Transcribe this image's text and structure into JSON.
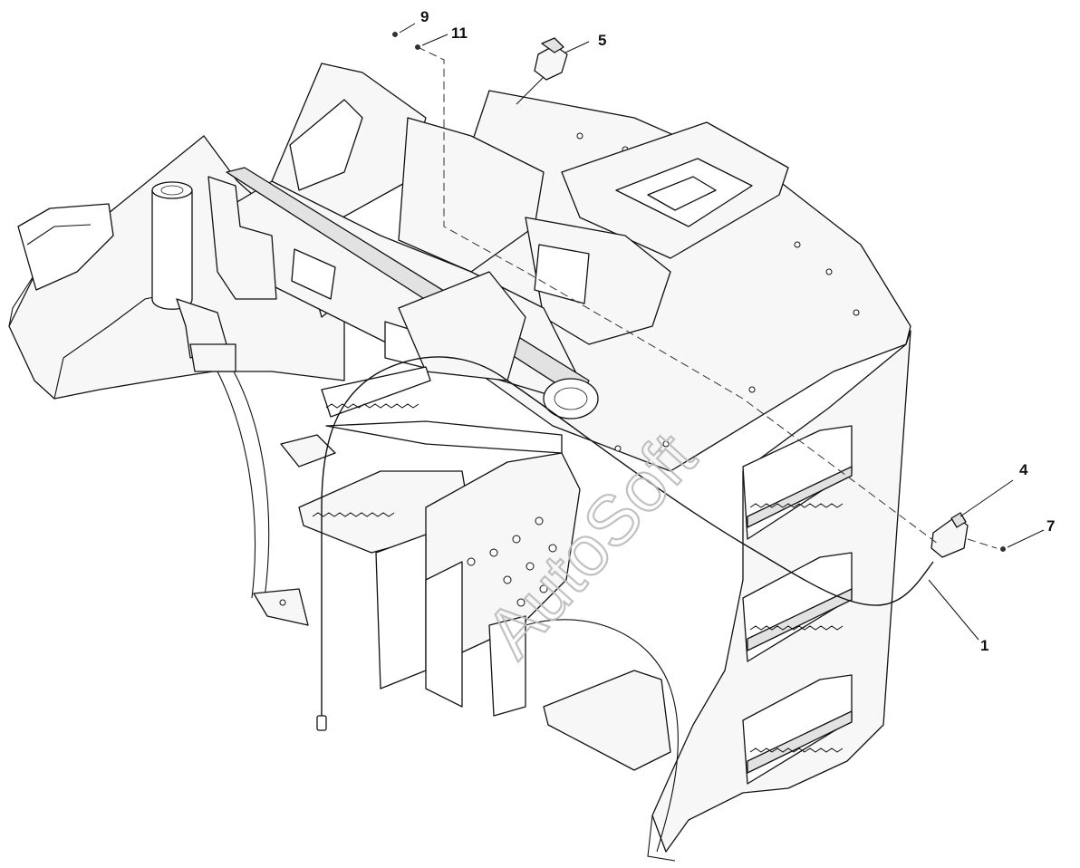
{
  "callouts": [
    {
      "id": "9",
      "label": "9"
    },
    {
      "id": "11",
      "label": "11"
    },
    {
      "id": "5",
      "label": "5"
    },
    {
      "id": "4",
      "label": "4"
    },
    {
      "id": "7",
      "label": "7"
    },
    {
      "id": "1",
      "label": "1"
    }
  ],
  "watermark": "AutoSoft"
}
